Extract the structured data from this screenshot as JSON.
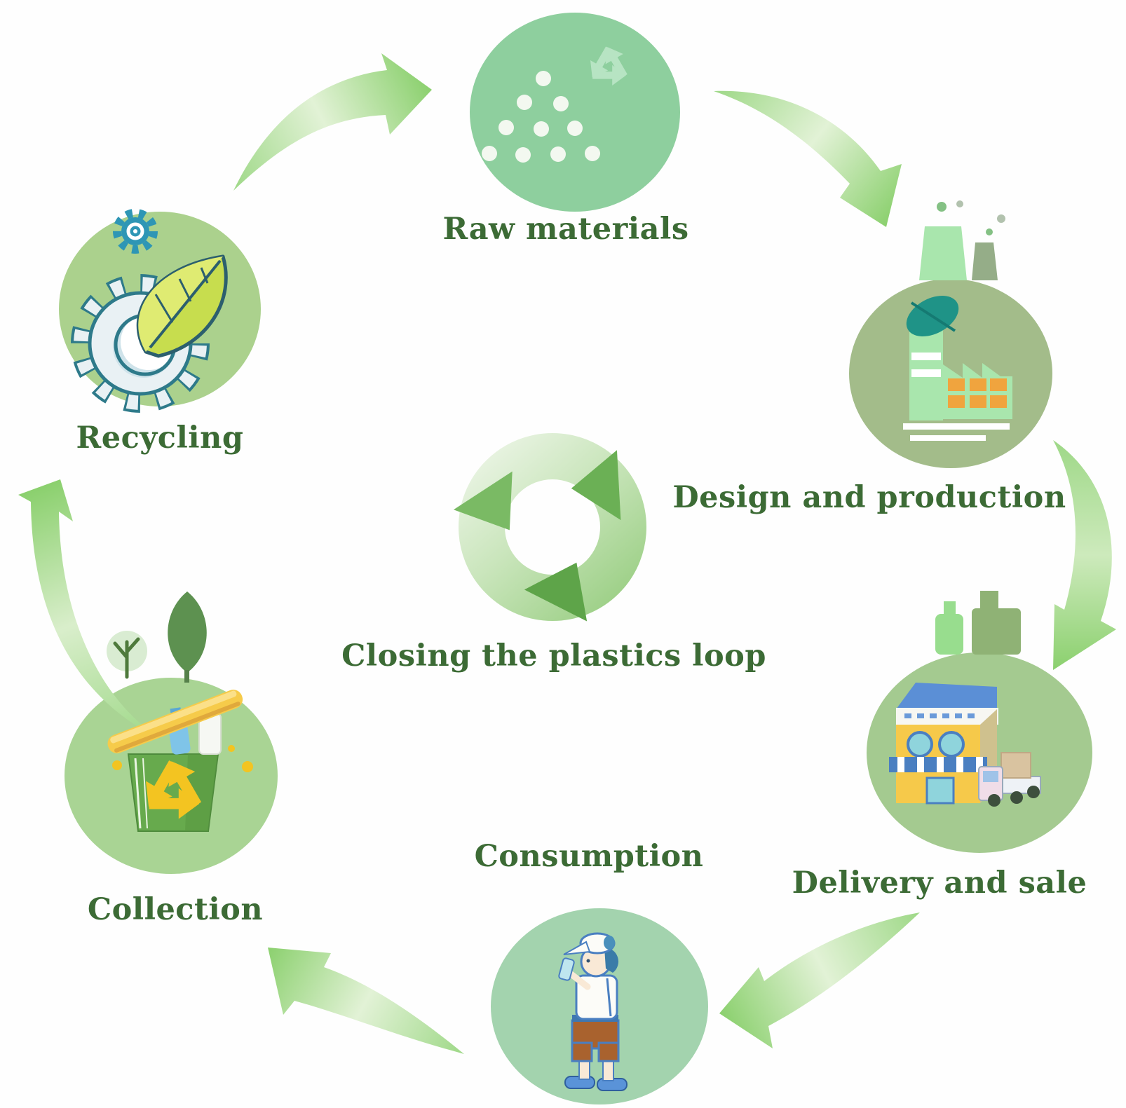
{
  "diagram": {
    "caption": "Closing the plastics loop",
    "center": {
      "label": "Closing the plastics loop",
      "icon": "recycle-loop-icon"
    },
    "nodes": [
      {
        "id": "raw-materials",
        "label": "Raw materials",
        "icon": "plastic-pellets-icon"
      },
      {
        "id": "design-and-production",
        "label": "Design and production",
        "icon": "green-factory-icon"
      },
      {
        "id": "delivery-and-sale",
        "label": "Delivery and sale",
        "icon": "storefront-truck-icon"
      },
      {
        "id": "consumption",
        "label": "Consumption",
        "icon": "person-drinking-icon"
      },
      {
        "id": "collection",
        "label": "Collection",
        "icon": "recycle-bin-icon"
      },
      {
        "id": "recycling",
        "label": "Recycling",
        "icon": "gear-leaf-icon"
      }
    ],
    "flow_order": [
      "Raw materials",
      "Design and production",
      "Delivery and sale",
      "Consumption",
      "Collection",
      "Recycling"
    ],
    "colors": {
      "background": "#fefefe",
      "label_text": "#3c6b35",
      "node_raw_materials": "#8ecf9e",
      "node_design_production": "#a3bc8a",
      "node_delivery_sale": "#a4ca90",
      "node_consumption": "#a3d3ae",
      "node_collection": "#a9d494",
      "node_recycling": "#abd18d",
      "arrow_tail": "#9ed887",
      "arrow_mid": "#e2f2d6",
      "arrow_head": "#8bd06e",
      "center_ring_light": "#ecf5e6",
      "center_ring_dark": "#97cd80",
      "center_arrowhead": "#62a84b"
    }
  }
}
